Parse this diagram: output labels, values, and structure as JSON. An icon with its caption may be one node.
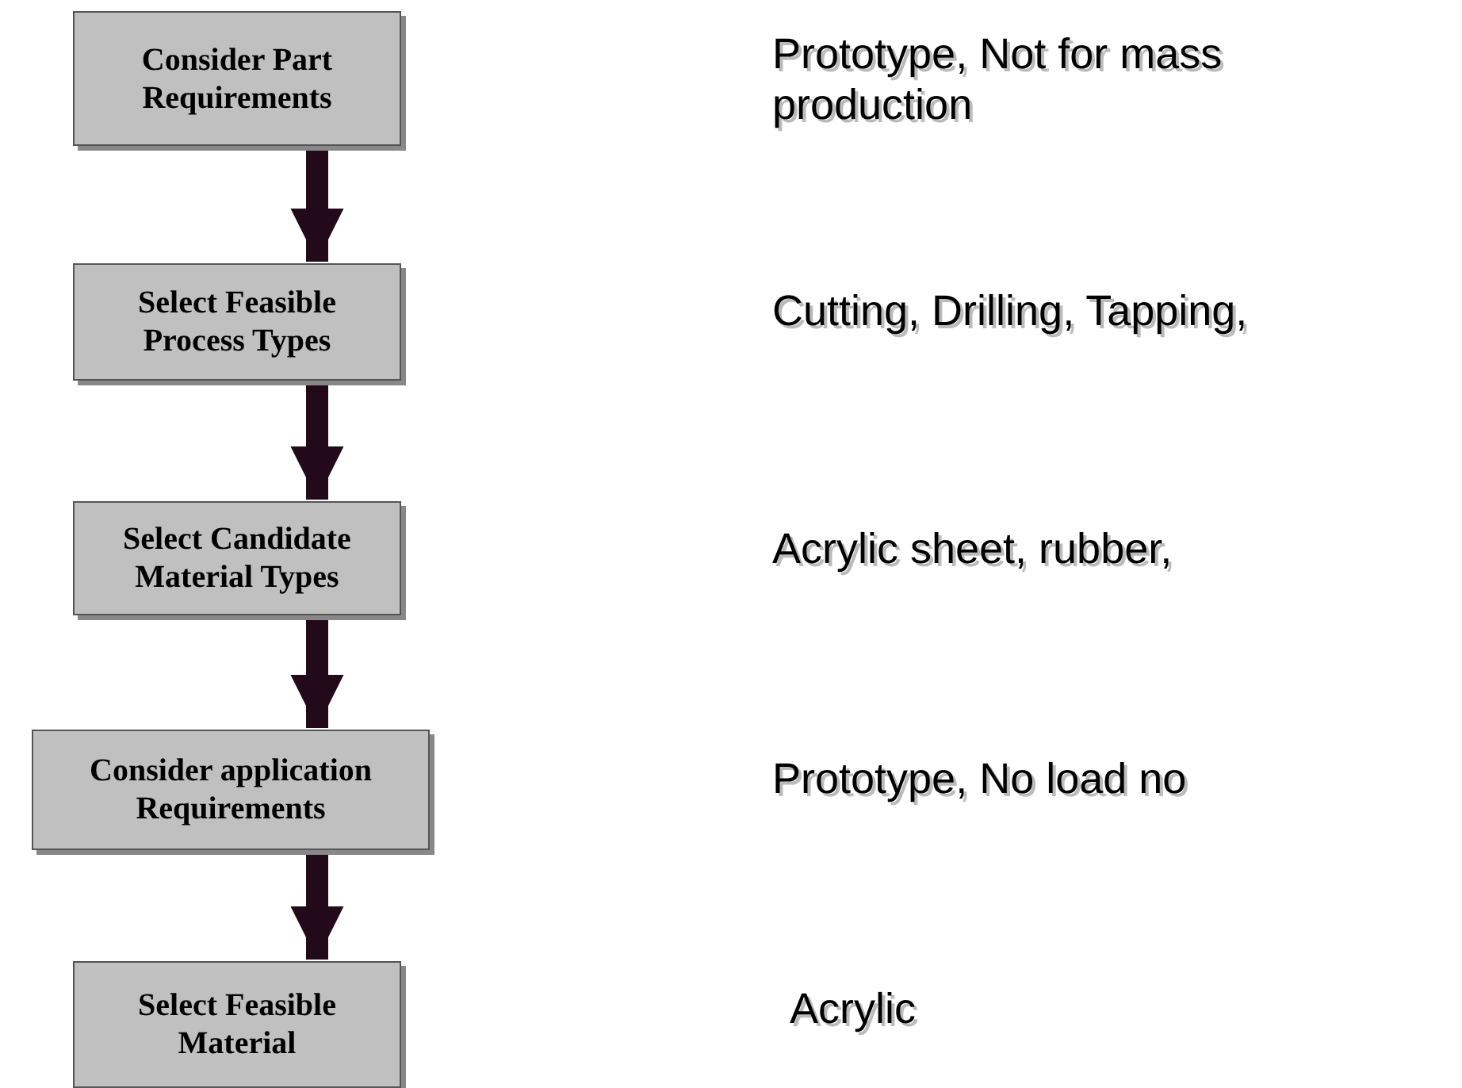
{
  "diagram": {
    "nodes": [
      {
        "text": [
          "Consider Part Requirements"
        ]
      },
      {
        "text": [
          "Select Feasible Process Types"
        ]
      },
      {
        "text": [
          "Select Candidate Material Types"
        ]
      },
      {
        "text": [
          "Consider application Requirements"
        ]
      },
      {
        "text": [
          "Select Feasible Material"
        ]
      }
    ],
    "edges": [
      {
        "from": 0,
        "to": 1,
        "arrow": "to"
      },
      {
        "from": 1,
        "to": 2,
        "arrow": "to"
      },
      {
        "from": 2,
        "to": 3,
        "arrow": "to"
      },
      {
        "from": 3,
        "to": 4,
        "arrow": "to"
      }
    ],
    "labels": [
      "Prototype, Not for mass production",
      "Cutting, Drilling, Tapping,",
      "Acrylic sheet, rubber,",
      "Prototype, No load no",
      "Acrylic"
    ]
  }
}
